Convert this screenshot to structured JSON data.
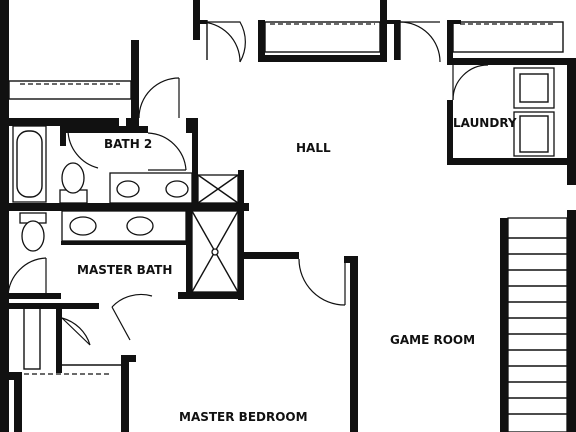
{
  "rooms": {
    "bath2": "BATH 2",
    "hall": "HALL",
    "laundry": "LAUNDRY",
    "master_bath": "MASTER BATH",
    "game_room": "GAME ROOM",
    "master_bedroom": "MASTER BEDROOM"
  }
}
